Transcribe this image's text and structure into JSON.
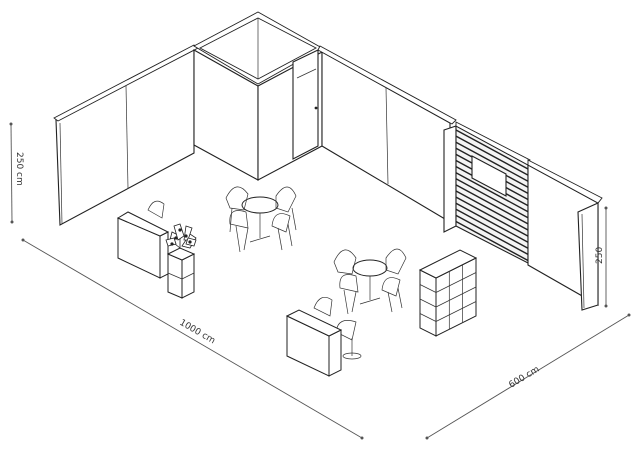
{
  "dimensions": {
    "height_left": "250 cm",
    "length": "1000 cm",
    "width": "600 cm",
    "height_right": "250"
  }
}
